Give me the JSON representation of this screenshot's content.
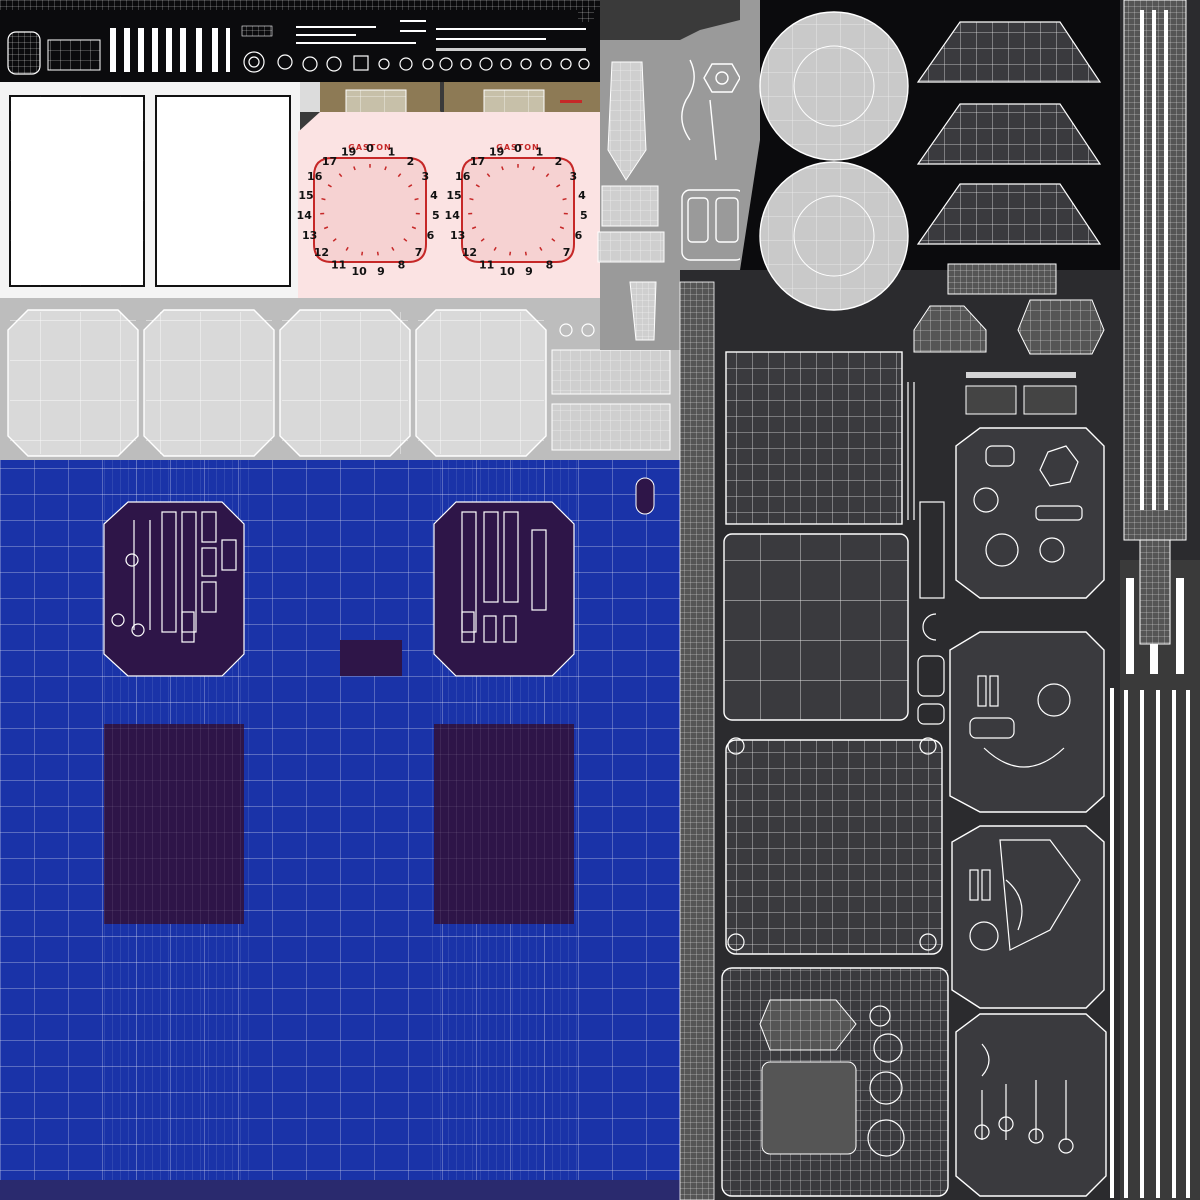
{
  "texture": {
    "palette": {
      "background": "#3a3a3a",
      "dark": "#0b0b0d",
      "grey_shell": "#b7b7b7",
      "grey_mid": "#8f8f8f",
      "panel_dark": "#2a2a2e",
      "blue_body": "#1a33a8",
      "purple_panel": "#2e1548",
      "dial_face": "#fbe3e3",
      "dial_window": "#f6d2d2",
      "paper": "#f4f4f4",
      "tan": "#8d7a55",
      "wire": "#ffffff"
    },
    "gauges": [
      {
        "brand": "GASTON",
        "numbers": [
          "19",
          "0",
          "1",
          "2",
          "3",
          "4",
          "5",
          "6",
          "7",
          "8",
          "9",
          "10",
          "11",
          "12",
          "13",
          "14",
          "15",
          "16",
          "17"
        ]
      },
      {
        "brand": "GASTON",
        "numbers": [
          "19",
          "0",
          "1",
          "2",
          "3",
          "4",
          "5",
          "6",
          "7",
          "8",
          "9",
          "10",
          "11",
          "12",
          "13",
          "14",
          "15",
          "16",
          "17"
        ]
      }
    ]
  }
}
